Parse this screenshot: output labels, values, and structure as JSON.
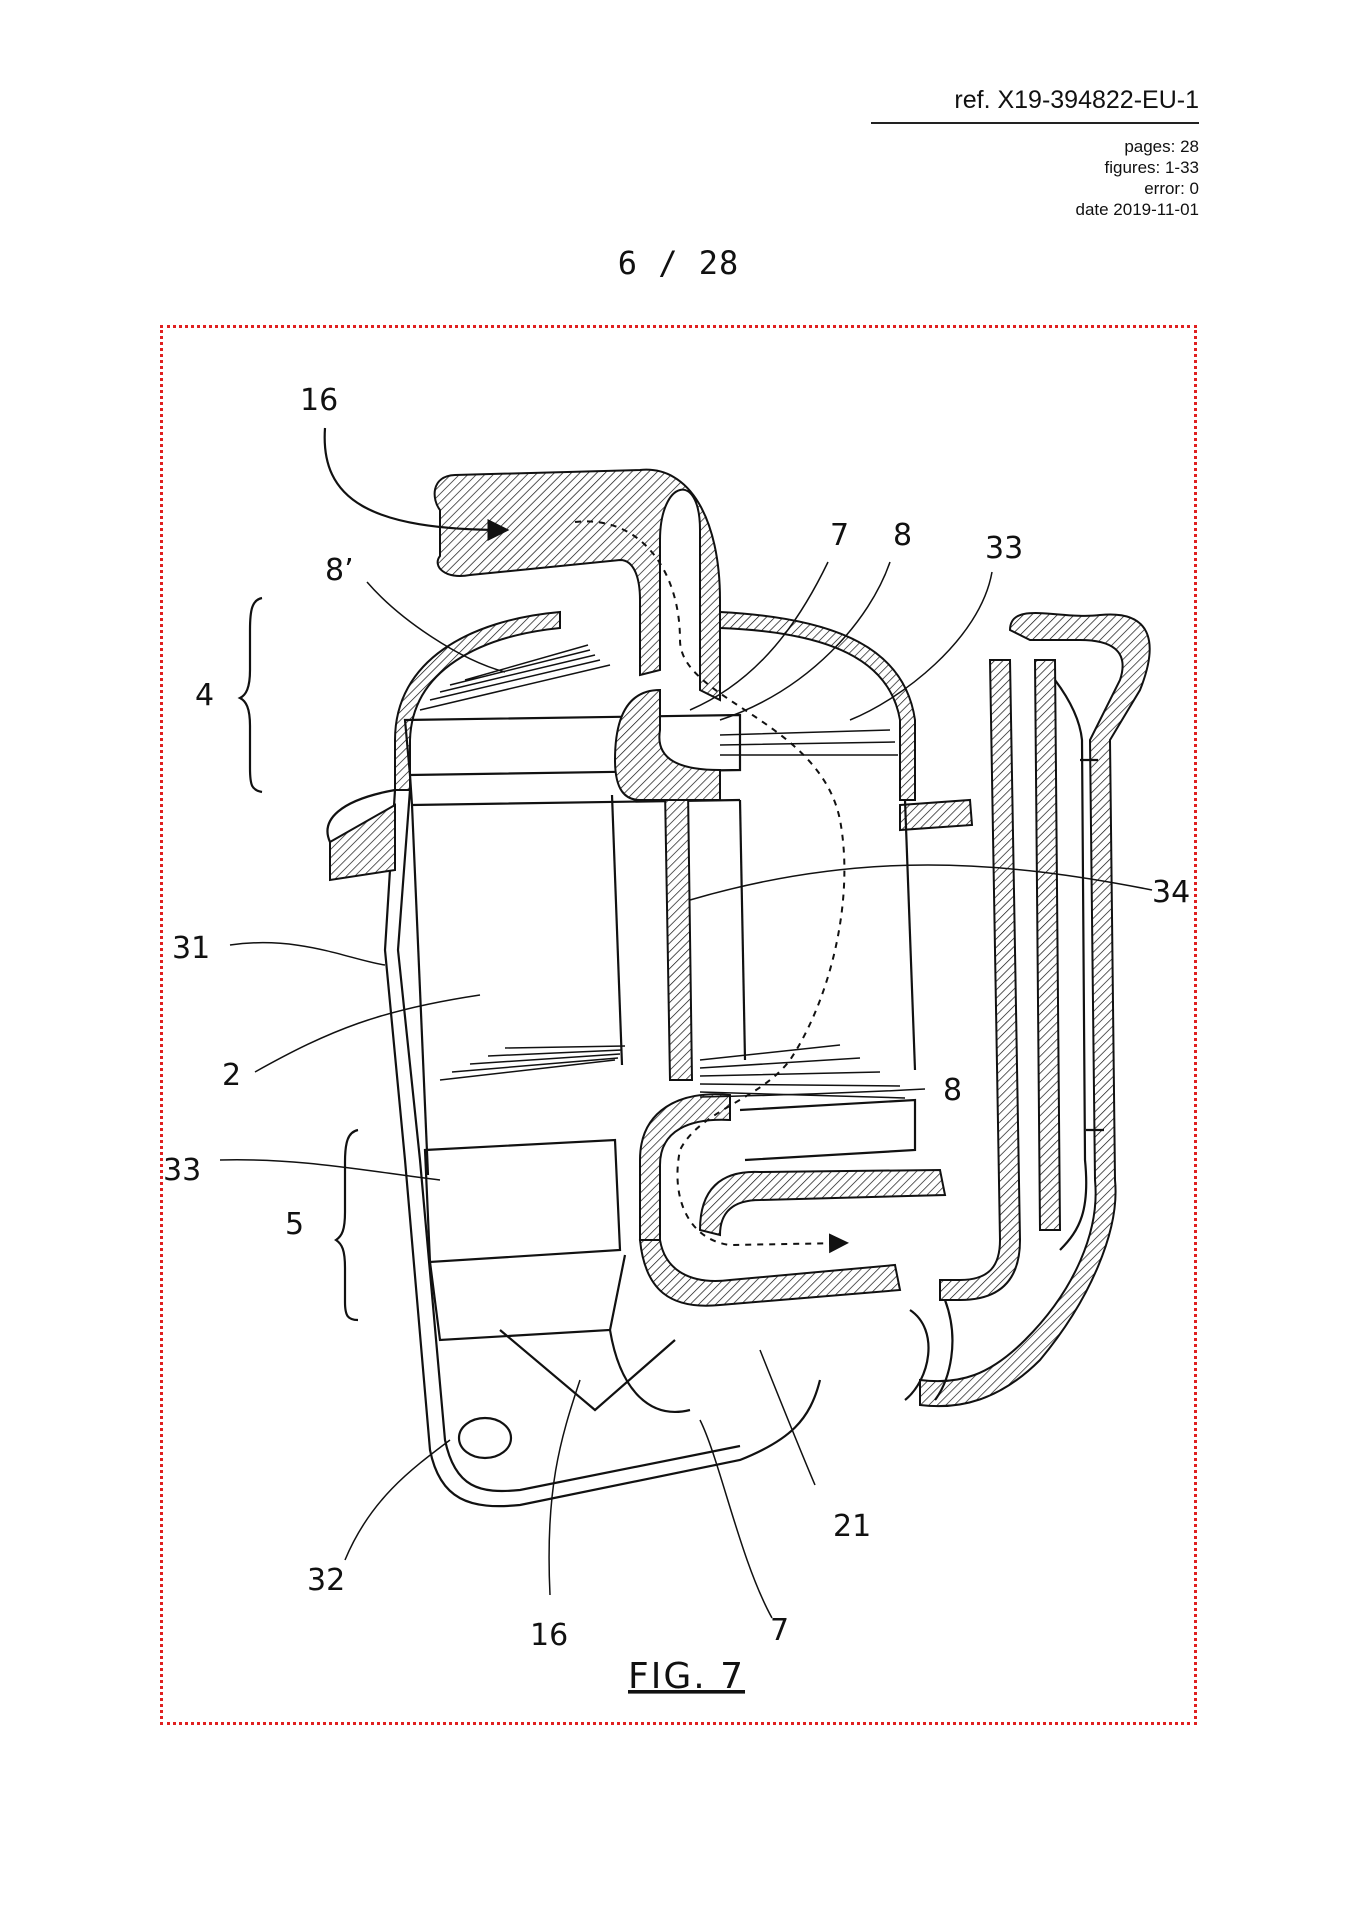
{
  "header": {
    "ref": "ref. X19-394822-EU-1",
    "pages": "pages: 28",
    "figures": "figures: 1-33",
    "error": "error: 0",
    "date": "date 2019-11-01"
  },
  "page_number": "6 / 28",
  "figure_caption": "FIG. 7",
  "labels": {
    "l16_top": "16",
    "l8prime": "8’",
    "l7_top": "7",
    "l8_top": "8",
    "l33_top": "33",
    "l4": "4",
    "l34": "34",
    "l31": "31",
    "l2": "2",
    "l8_mid": "8",
    "l33_left": "33",
    "l5": "5",
    "l32": "32",
    "l16_bottom": "16",
    "l7_bottom": "7",
    "l21": "21"
  },
  "colors": {
    "frame": "#e02020",
    "ink": "#111111"
  }
}
